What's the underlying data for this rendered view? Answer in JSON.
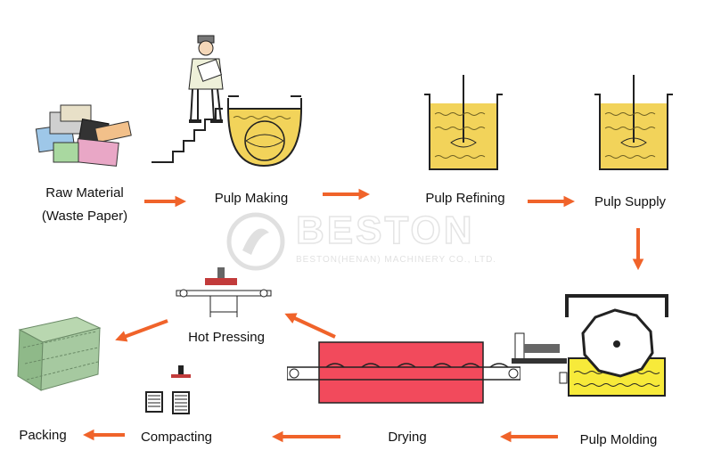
{
  "steps": {
    "raw_material": "Raw Material",
    "raw_material_note": "(Waste Paper)",
    "pulp_making": "Pulp Making",
    "pulp_refining": "Pulp Refining",
    "pulp_supply": "Pulp Supply",
    "pulp_molding": "Pulp Molding",
    "drying": "Drying",
    "hot_pressing": "Hot Pressing",
    "compacting": "Compacting",
    "packing": "Packing"
  },
  "watermark": {
    "brand": "BESTON",
    "company": "BESTON(HENAN) MACHINERY CO., LTD."
  },
  "colors": {
    "arrow": "#f0632a",
    "pulp": "#f2d35a",
    "drying_oven": "#f24a5c",
    "molding_tank": "#f7ea3a"
  }
}
